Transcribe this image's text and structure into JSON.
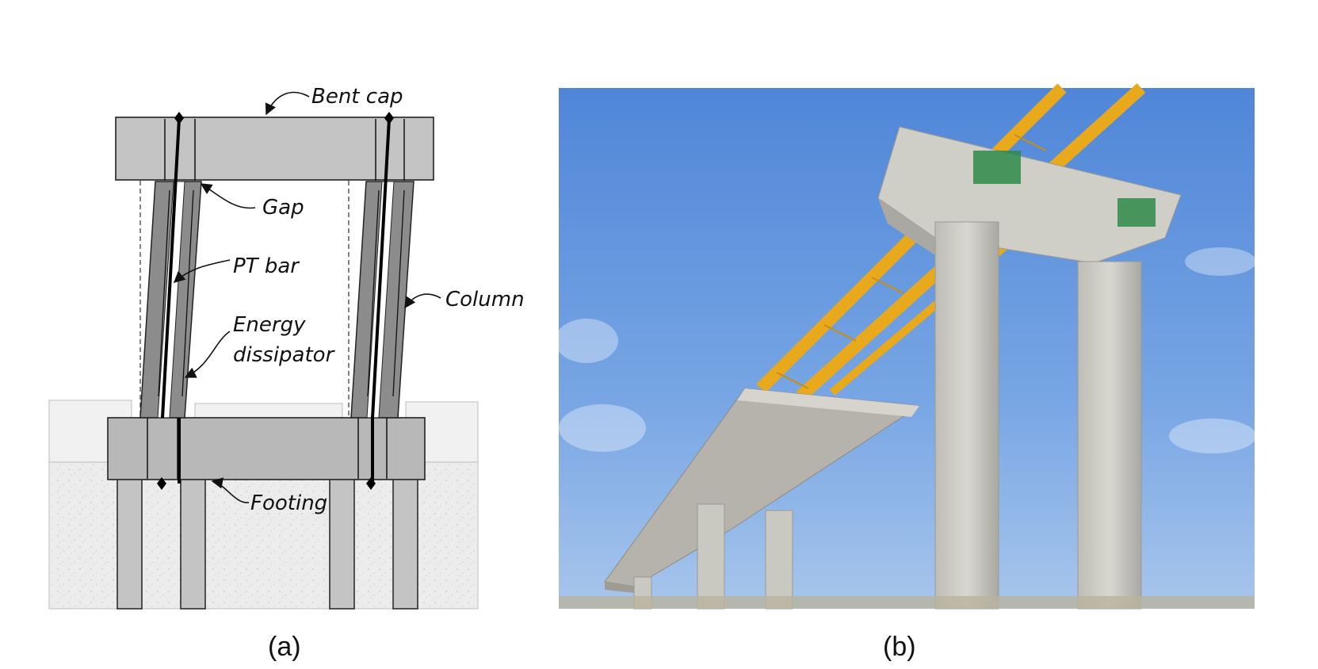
{
  "panel_a": {
    "labels": {
      "bent_cap": "Bent cap",
      "gap": "Gap",
      "pt_bar": "PT bar",
      "column": "Column",
      "energy_line1": "Energy",
      "energy_line2": "dissipator",
      "footing": "Footing"
    },
    "caption": "(a)"
  },
  "panel_b": {
    "caption": "(b)"
  },
  "colors": {
    "concrete_dark": "#8c8c8c",
    "concrete_light": "#c4c4c4",
    "soil": "#e9e9e9",
    "sky": "#6f9fe0",
    "crane": "#e8a91c"
  }
}
